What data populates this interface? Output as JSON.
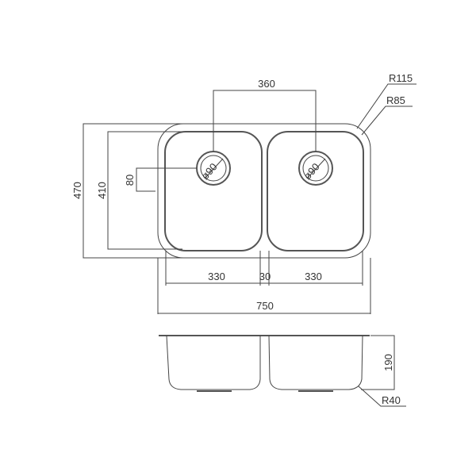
{
  "drawing": {
    "dimensions": {
      "drain_spacing": "360",
      "outer_radius": "R115",
      "inner_radius": "R85",
      "overall_depth": "470",
      "bowl_depth": "410",
      "drain_offset": "80",
      "drain_left": "ø90",
      "drain_right": "ø90",
      "left_bowl_width": "330",
      "divider_width": "30",
      "right_bowl_width": "330",
      "overall_width": "750",
      "bowl_height": "190",
      "bottom_radius": "R40"
    }
  }
}
